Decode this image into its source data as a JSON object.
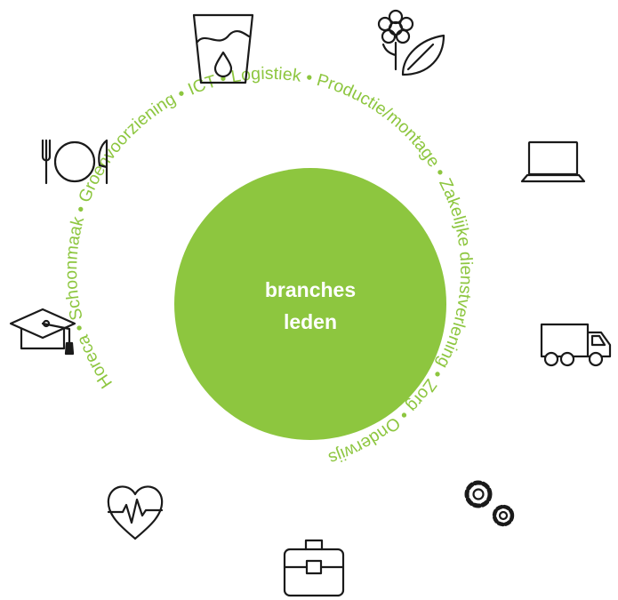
{
  "center": {
    "line1": "branches",
    "line2": "leden",
    "color": "#8dc63f"
  },
  "ring": {
    "text": "Horeca • Schoonmaak • Groenvoorziening • ICT • Logistiek • Productie/montage • Zakelijke dienstverlening • Zorg • Onderwijs",
    "color": "#8dc63f"
  },
  "icons": [
    {
      "name": "cleaning-bucket-icon",
      "sector": "Schoonmaak"
    },
    {
      "name": "flower-leaf-icon",
      "sector": "Groenvoorziening"
    },
    {
      "name": "laptop-icon",
      "sector": "ICT"
    },
    {
      "name": "truck-icon",
      "sector": "Logistiek"
    },
    {
      "name": "gears-icon",
      "sector": "Productie/montage"
    },
    {
      "name": "briefcase-icon",
      "sector": "Zakelijke dienstverlening"
    },
    {
      "name": "heart-pulse-icon",
      "sector": "Zorg"
    },
    {
      "name": "graduation-cap-icon",
      "sector": "Onderwijs"
    },
    {
      "name": "plate-cutlery-icon",
      "sector": "Horeca"
    }
  ],
  "icon_color": "#1a1a1a"
}
